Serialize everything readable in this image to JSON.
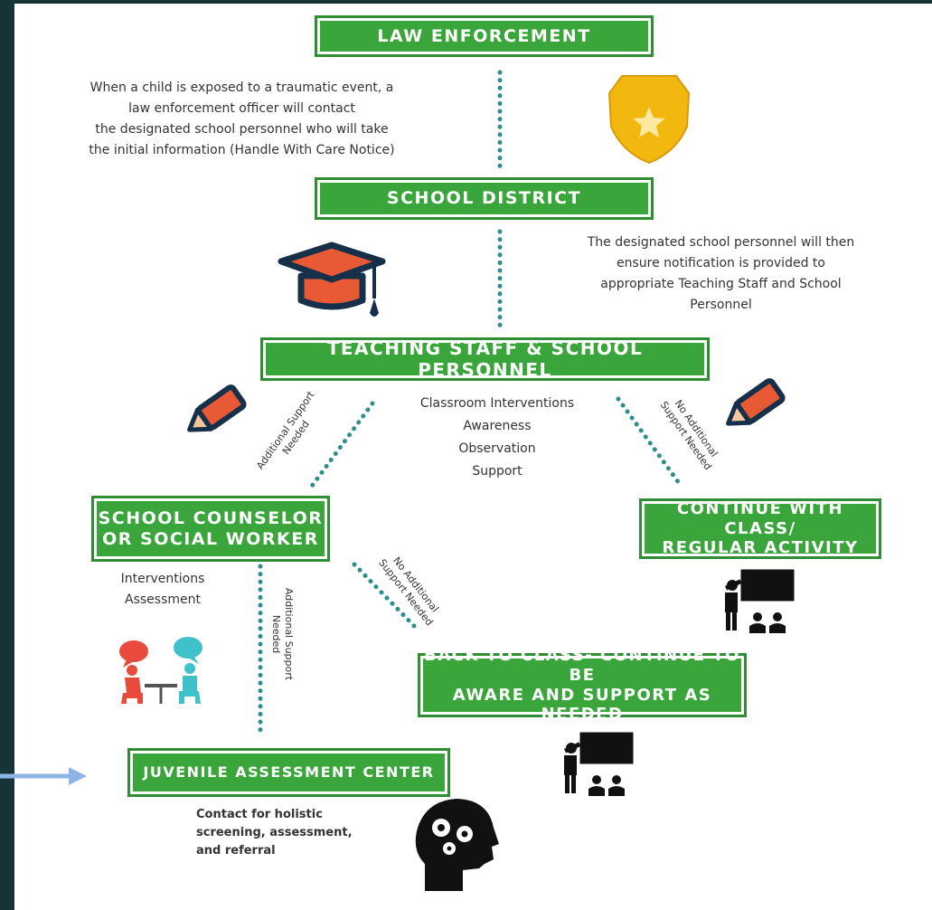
{
  "colors": {
    "background": "#163338",
    "box_fill": "#3aa53a",
    "box_border": "#2f8e33",
    "connector": "#2f8e8a",
    "arrow": "#8fb4e8"
  },
  "boxes": {
    "law": "LAW ENFORCEMENT",
    "school_district": "SCHOOL DISTRICT",
    "teaching": "TEACHING STAFF & SCHOOL PERSONNEL",
    "counselor": "SCHOOL COUNSELOR\nOR SOCIAL WORKER",
    "continue": "CONTINUE WITH CLASS/\nREGULAR ACTIVITY",
    "back": "BACK TO CLASS- CONTINUE TO BE\nAWARE AND SUPPORT AS NEEDED",
    "juvenile": "JUVENILE ASSESSMENT CENTER"
  },
  "texts": {
    "law_desc": "When a child is exposed to a traumatic event, a\nlaw enforcement officer will contact\nthe designated school personnel who will take\nthe initial information (Handle With Care Notice)",
    "district_desc": "The designated school personnel will then\nensure notification is provided to\nappropriate Teaching Staff and School\nPersonnel",
    "classroom": "Classroom Interventions\nAwareness\nObservation\nSupport",
    "interventions": "Interventions\nAssessment",
    "contact": "Contact for holistic\nscreening, assessment,\nand referral"
  },
  "edge_labels": {
    "additional_1": "Additional Support\nNeeded",
    "no_additional_1": "No Additional\nSupport Needed",
    "additional_2": "Additional Support\nNeeded",
    "no_additional_2": "No Additional\nSupport Needed"
  },
  "icons": [
    "police-badge-icon",
    "graduation-cap-icon",
    "pencil-icon",
    "pencil-icon",
    "teacher-class-icon",
    "teacher-class-icon",
    "counseling-conversation-icon",
    "head-gears-icon",
    "pointer-arrow-icon"
  ]
}
